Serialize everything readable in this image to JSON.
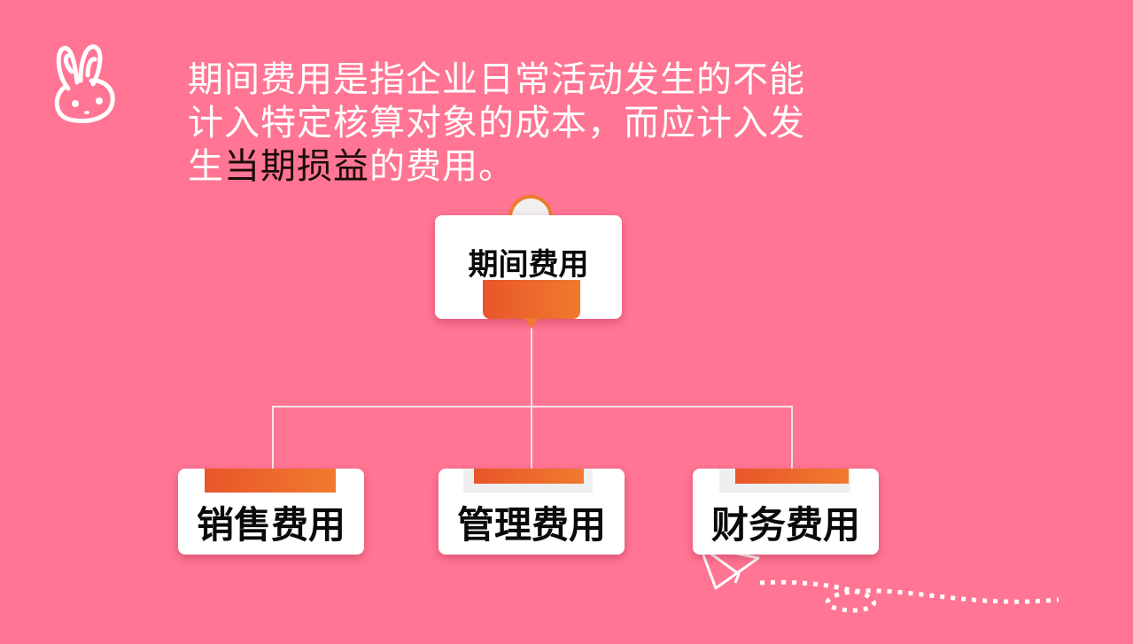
{
  "intro": {
    "line1": "期间费用是指企业日常活动发生的不能",
    "line2": "计入特定核算对象的成本，而应计入发",
    "line3_pre": "生",
    "line3_highlight": "当期损益",
    "line3_post": "的费用。"
  },
  "root": {
    "label": "期间费用"
  },
  "children": [
    {
      "label": "销售费用"
    },
    {
      "label": "管理费用"
    },
    {
      "label": "财务费用"
    }
  ],
  "decor": {
    "top_left_icon": "bunny-icon",
    "bottom_icon": "paper-plane-icon",
    "accent_color": "#f07a2e",
    "background_color": "#ff7593"
  }
}
